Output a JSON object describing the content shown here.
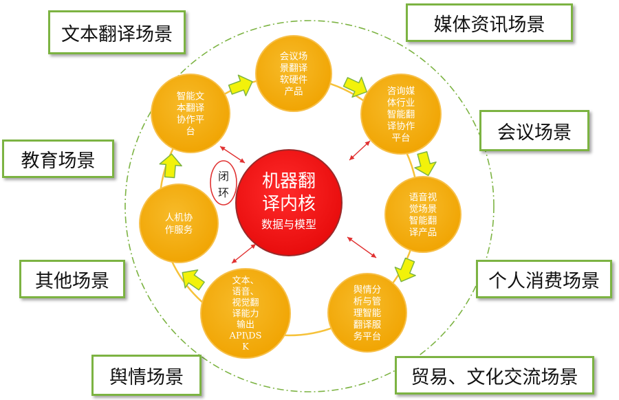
{
  "core": {
    "title_line1": "机器翻",
    "title_line2": "译内核",
    "subtitle": "数据与模型"
  },
  "loop_label": [
    "闭",
    "环"
  ],
  "nodes": [
    {
      "id": "meeting-hardware",
      "lines": [
        "会议场",
        "景翻译",
        "软硬件",
        "产品"
      ]
    },
    {
      "id": "consulting-media",
      "lines": [
        "咨询媒",
        "体行业",
        "智能翻",
        "译协作",
        "平台"
      ]
    },
    {
      "id": "speech-vision",
      "lines": [
        "语音视",
        "觉场景",
        "智能翻",
        "译产品"
      ]
    },
    {
      "id": "public-opinion",
      "lines": [
        "舆情分",
        "析与管",
        "理智能",
        "翻译服",
        "务平台"
      ]
    },
    {
      "id": "api-sdk",
      "lines": [
        "文本、",
        "语音、",
        "视觉翻",
        "译能力",
        "输出",
        "API\\DS",
        "K"
      ]
    },
    {
      "id": "human-machine",
      "lines": [
        "人机协",
        "作服务"
      ]
    },
    {
      "id": "text-collab",
      "lines": [
        "智能文",
        "本翻译",
        "协作平",
        "台"
      ]
    }
  ],
  "scenes": [
    {
      "id": "text-translation",
      "label": "文本翻译场景"
    },
    {
      "id": "media-news",
      "label": "媒体资讯场景"
    },
    {
      "id": "meeting",
      "label": "会议场景"
    },
    {
      "id": "education",
      "label": "教育场景"
    },
    {
      "id": "personal-consumption",
      "label": "个人消费场景"
    },
    {
      "id": "other",
      "label": "其他场景"
    },
    {
      "id": "public-opinion",
      "label": "舆情场景"
    },
    {
      "id": "trade-culture",
      "label": "贸易、文化交流场景"
    }
  ],
  "colors": {
    "node_fill": "#f5b11a",
    "node_stroke": "#f7c04a",
    "node_text": "#ffffff",
    "core_fill": "#ee1111",
    "core_stroke": "#9a2a2a",
    "ring": "#f6c23a",
    "outer_ring": "#7cb342",
    "arrow_fill": "#f2f20a",
    "arrow_stroke": "#7cb342",
    "link_arrow": "#e03030",
    "loop_stroke": "#e03030",
    "scene_border": "#7cb342"
  }
}
